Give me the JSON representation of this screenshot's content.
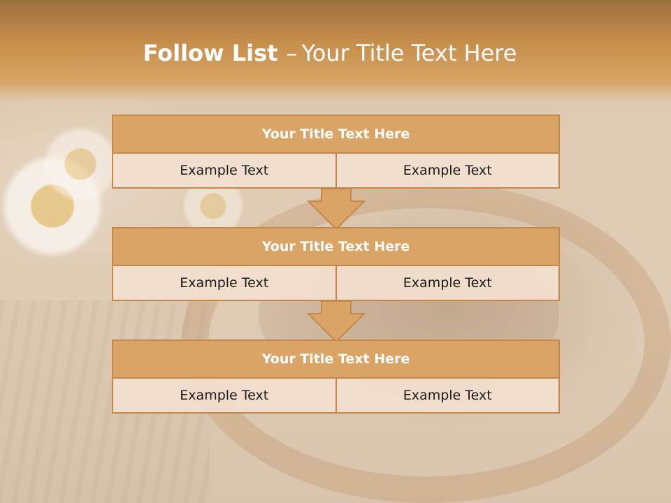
{
  "slide": {
    "title_bold": "Follow List",
    "title_separator": "–",
    "title_rest": "Your Title Text Here"
  },
  "blocks": [
    {
      "title": "Your Title Text Here",
      "left": "Example Text",
      "right": "Example Text"
    },
    {
      "title": "Your Title Text Here",
      "left": "Example Text",
      "right": "Example Text"
    },
    {
      "title": "Your Title Text Here",
      "left": "Example Text",
      "right": "Example Text"
    }
  ],
  "colors": {
    "title_fill": "#d9a465",
    "border": "#c4884b",
    "cell_fill": "#f2decd",
    "header_band": "#c58d4a"
  },
  "icons": [
    "down-arrow-icon",
    "down-arrow-icon"
  ]
}
